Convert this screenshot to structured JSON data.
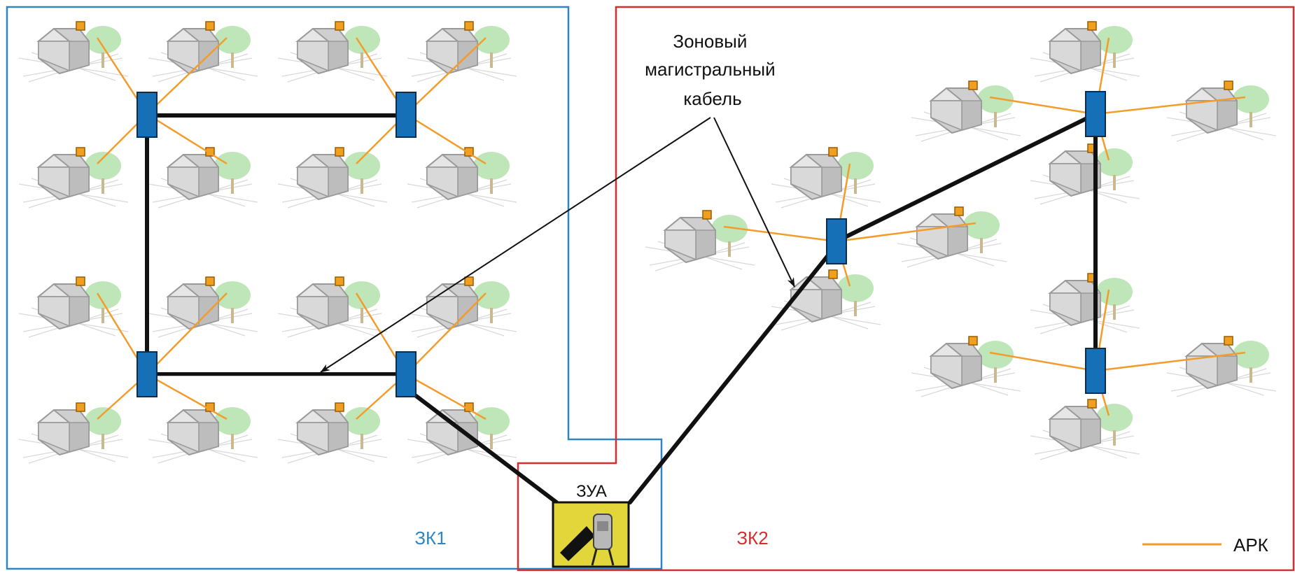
{
  "annotation": {
    "lines": [
      "Зоновый",
      "магистральный",
      "кабель"
    ]
  },
  "zones": {
    "zk1": {
      "label": "ЗК1",
      "color": "#2e86c1"
    },
    "zk2": {
      "label": "ЗК2",
      "color": "#d32f2f"
    }
  },
  "zua": {
    "label": "ЗУА",
    "fill": "#e3d63a"
  },
  "legend": {
    "label": "АРК",
    "color": "#f39c2b"
  },
  "colors": {
    "node": "#1570b8",
    "trunk": "#111111",
    "house": "#c9c9c9",
    "tree": "#b9e3b4",
    "device": "#f0a020"
  },
  "icons": [
    "house-icon",
    "tree-icon",
    "antenna-unit-icon",
    "distribution-node-icon",
    "arrow-icon"
  ]
}
